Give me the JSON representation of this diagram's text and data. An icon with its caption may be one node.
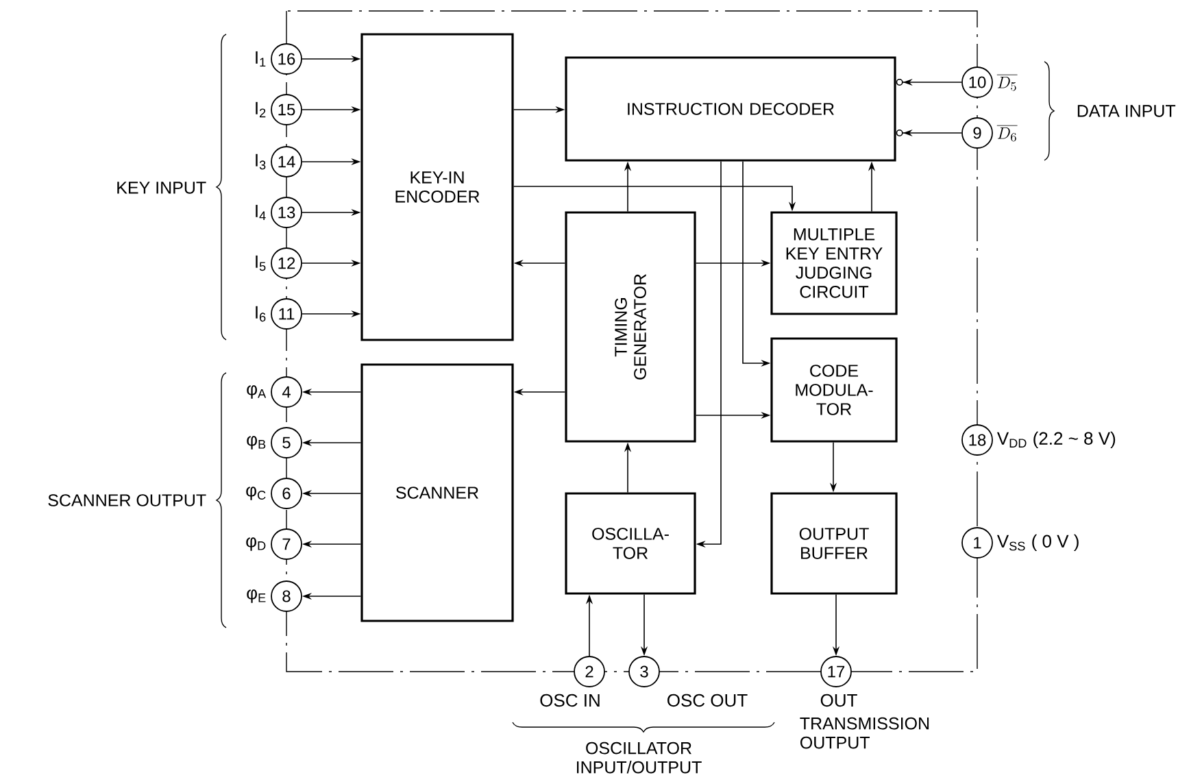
{
  "diagram": {
    "nodes": [
      {
        "text": [
          "KEY-IN ENCODER"
        ]
      },
      {
        "text": [
          "INSTRUCTION DECODER"
        ]
      },
      {
        "text": [
          "TIMING GENERATOR"
        ]
      },
      {
        "text": [
          "MULTIPLE KEY ENTRY JUDGING CIRCUIT"
        ]
      },
      {
        "text": [
          "CODE MODULA- TOR"
        ]
      },
      {
        "text": [
          "SCANNER"
        ]
      },
      {
        "text": [
          "OSCILLA- TOR"
        ]
      },
      {
        "text": [
          "OUTPUT BUFFER"
        ]
      },
      {
        "text": [
          "16"
        ],
        "beside": [
          "I$_{1}$"
        ]
      },
      {
        "text": [
          "15"
        ],
        "beside": [
          "I$_{2}$"
        ]
      },
      {
        "text": [
          "14"
        ],
        "beside": [
          "I$_{3}$"
        ]
      },
      {
        "text": [
          "13"
        ],
        "beside": [
          "I$_{4}$"
        ]
      },
      {
        "text": [
          "12"
        ],
        "beside": [
          "I$_{5}$"
        ]
      },
      {
        "text": [
          "11"
        ],
        "beside": [
          "I$_{6}$"
        ]
      },
      {
        "text": [
          "4"
        ],
        "beside": [
          "φ$_{A}$"
        ]
      },
      {
        "text": [
          "5"
        ],
        "beside": [
          "φ$_{B}$"
        ]
      },
      {
        "text": [
          "6"
        ],
        "beside": [
          "φ$_{C}$"
        ]
      },
      {
        "text": [
          "7"
        ],
        "beside": [
          "φ$_{D}$"
        ]
      },
      {
        "text": [
          "8"
        ],
        "beside": [
          "φ$_{E}$"
        ]
      },
      {
        "text": [
          "10"
        ],
        "beside": [
          "\\overline{D_{5}}"
        ]
      },
      {
        "text": [
          "9"
        ],
        "beside": [
          "\\overline{D_{6}}"
        ]
      },
      {
        "text": [
          "18"
        ],
        "beside": [
          "V$_{DD}$ (2.2 ~ 8 V)"
        ]
      },
      {
        "text": [
          "1"
        ],
        "beside": [
          "V$_{SS}$ ( 0 V )"
        ]
      },
      {
        "text": [
          "2"
        ],
        "beside": [
          "OSC IN"
        ]
      },
      {
        "text": [
          "3"
        ],
        "beside": [
          "OSC OUT"
        ]
      },
      {
        "text": [
          "17"
        ],
        "beside": [
          "OUT"
        ]
      }
    ],
    "edges": [
      {
        "from": 8,
        "to": 0,
        "arrow": "to"
      },
      {
        "from": 9,
        "to": 0,
        "arrow": "to"
      },
      {
        "from": 10,
        "to": 0,
        "arrow": "to"
      },
      {
        "from": 11,
        "to": 0,
        "arrow": "to"
      },
      {
        "from": 12,
        "to": 0,
        "arrow": "to"
      },
      {
        "from": 13,
        "to": 0,
        "arrow": "to"
      },
      {
        "from": 0,
        "to": 1,
        "arrow": "to"
      },
      {
        "from": 0,
        "to": 3,
        "arrow": "to"
      },
      {
        "from": 2,
        "to": 0,
        "arrow": "to"
      },
      {
        "from": 2,
        "to": 1,
        "arrow": "to"
      },
      {
        "from": 2,
        "to": 3,
        "arrow": "to"
      },
      {
        "from": 1,
        "to": 4,
        "arrow": "to"
      },
      {
        "from": 1,
        "to": 6,
        "arrow": "to"
      },
      {
        "from": 3,
        "to": 1,
        "arrow": "to"
      },
      {
        "from": 2,
        "to": 5,
        "arrow": "to"
      },
      {
        "from": 2,
        "to": 4,
        "arrow": "to"
      },
      {
        "from": 6,
        "to": 2,
        "arrow": "to"
      },
      {
        "from": 4,
        "to": 7,
        "arrow": "to"
      },
      {
        "from": 5,
        "to": 14,
        "arrow": "to"
      },
      {
        "from": 5,
        "to": 15,
        "arrow": "to"
      },
      {
        "from": 5,
        "to": 16,
        "arrow": "to"
      },
      {
        "from": 5,
        "to": 17,
        "arrow": "to"
      },
      {
        "from": 5,
        "to": 18,
        "arrow": "to"
      },
      {
        "from": 19,
        "to": 1,
        "arrow": "to"
      },
      {
        "from": 20,
        "to": 1,
        "arrow": "to"
      },
      {
        "from": 23,
        "to": 6,
        "arrow": "to"
      },
      {
        "from": 6,
        "to": 24,
        "arrow": "to"
      },
      {
        "from": 7,
        "to": 25,
        "arrow": "to"
      }
    ],
    "labels": [
      "DATA INPUT",
      "KEY INPUT",
      "SCANNER OUTPUT",
      "OSCILLATOR INPUT/OUTPUT",
      "TRANSMISSION OUTPUT"
    ]
  }
}
